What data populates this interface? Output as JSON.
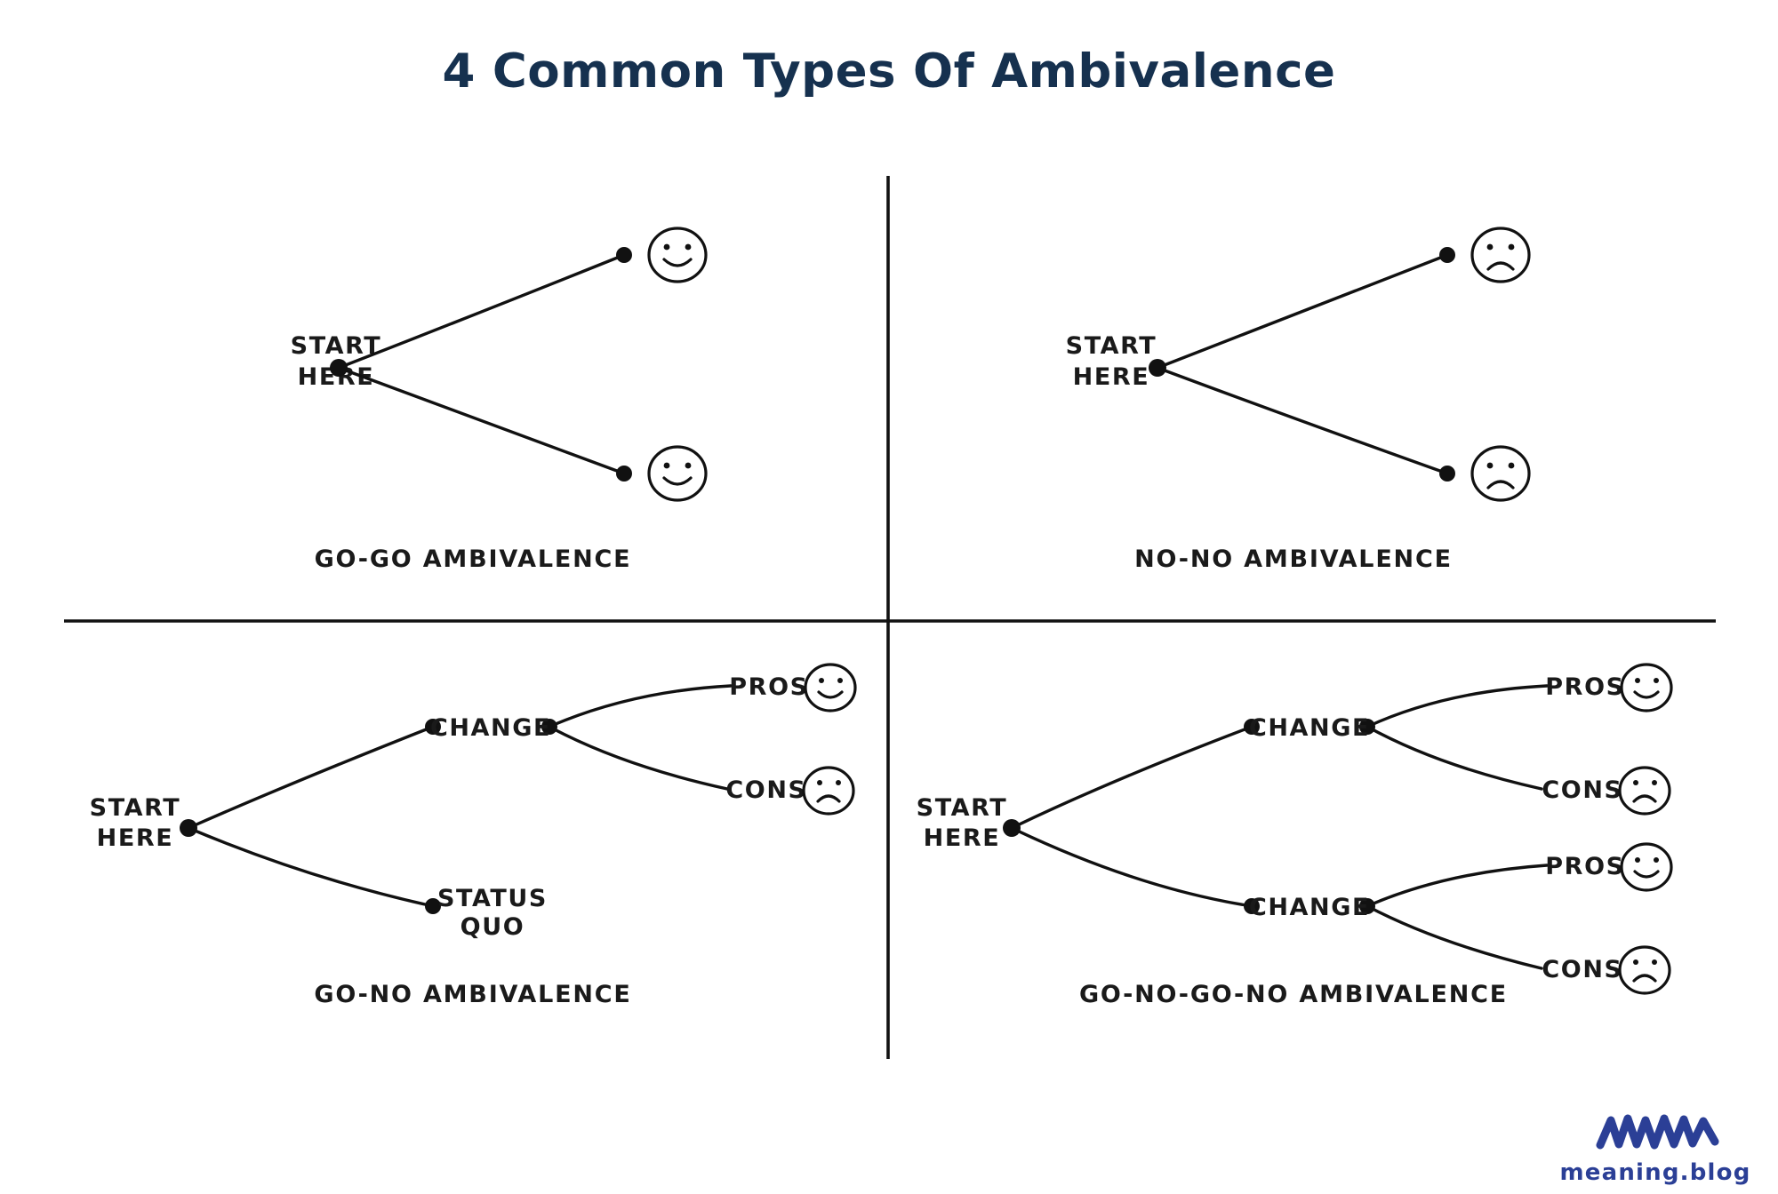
{
  "title": "4 Common Types Of Ambivalence",
  "colors": {
    "title": "#16314f",
    "ink": "#111111",
    "logo": "#2b3f96",
    "background": "#ffffff"
  },
  "quadrants": [
    {
      "id": "go-go",
      "caption": "GO-GO AMBIVALENCE",
      "start_label_line1": "START",
      "start_label_line2": "HERE",
      "outcomes": [
        {
          "label": "",
          "face": "happy-face-icon"
        },
        {
          "label": "",
          "face": "happy-face-icon"
        }
      ]
    },
    {
      "id": "no-no",
      "caption": "NO-NO AMBIVALENCE",
      "start_label_line1": "START",
      "start_label_line2": "HERE",
      "outcomes": [
        {
          "label": "",
          "face": "sad-face-icon"
        },
        {
          "label": "",
          "face": "sad-face-icon"
        }
      ]
    },
    {
      "id": "go-no",
      "caption": "GO-NO AMBIVALENCE",
      "start_label_line1": "START",
      "start_label_line2": "HERE",
      "branch_upper": "CHANGE",
      "branch_lower_line1": "STATUS",
      "branch_lower_line2": "QUO",
      "leaf_pros": "PROS",
      "leaf_cons": "CONS"
    },
    {
      "id": "go-no-go-no",
      "caption": "GO-NO-GO-NO AMBIVALENCE",
      "start_label_line1": "START",
      "start_label_line2": "HERE",
      "branch_upper": "CHANGE",
      "branch_lower": "CHANGE",
      "upper_pros": "PROS",
      "upper_cons": "CONS",
      "lower_pros": "PROS",
      "lower_cons": "CONS"
    }
  ],
  "logo": {
    "name": "meaning.blog",
    "mark": "squiggle-mark-icon"
  }
}
